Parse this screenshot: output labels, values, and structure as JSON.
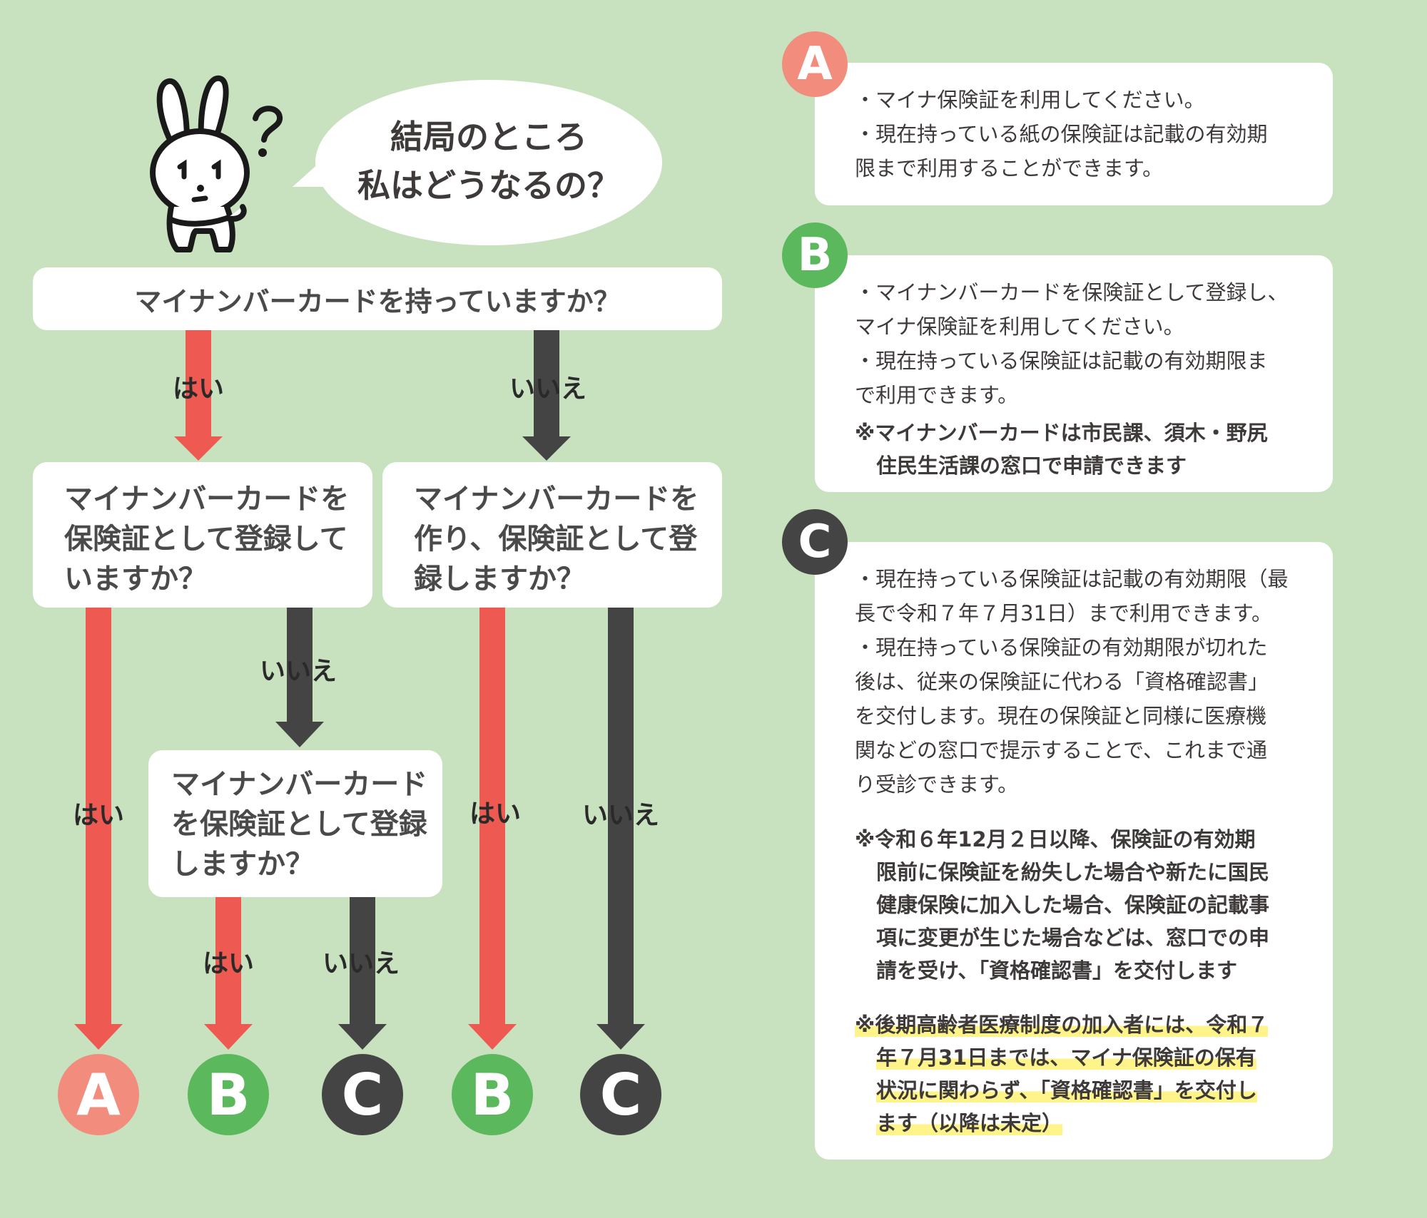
{
  "bubble": {
    "line1": "結局のところ",
    "line2": "私はどうなるの？"
  },
  "questions": {
    "main": "マイナンバーカードを持っていますか？",
    "q1": [
      "マイナンバーカードを",
      "保険証として登録して",
      "いますか？"
    ],
    "q2": [
      "マイナンバーカードを",
      "作り、保険証として登",
      "録しますか？"
    ],
    "q3": [
      "マイナンバーカード",
      "を保険証として登録",
      "しますか？"
    ]
  },
  "labels": {
    "yes": "はい",
    "no": "いいえ"
  },
  "outcomes": [
    "A",
    "B",
    "C",
    "B",
    "C"
  ],
  "colors": {
    "background": "#c8e2c0",
    "yes_arrow": "#ee5a52",
    "no_arrow": "#444444",
    "A": "#f28c7c",
    "B": "#5cb85c",
    "C": "#444444",
    "highlight": "#fff48a"
  },
  "answers": {
    "A": {
      "letter": "A",
      "lines": [
        "・マイナ保険証を利用してください。",
        "・現在持っている紙の保険証は記載の有効期",
        "限まで利用することができます。"
      ]
    },
    "B": {
      "letter": "B",
      "lines": [
        "・マイナンバーカードを保険証として登録し、",
        "マイナ保険証を利用してください。",
        "・現在持っている保険証は記載の有効期限ま",
        "で利用できます。"
      ],
      "note": [
        "※マイナンバーカードは市民課、須木・野尻",
        "住民生活課の窓口で申請できます"
      ]
    },
    "C": {
      "letter": "C",
      "lines": [
        "・現在持っている保険証は記載の有効期限（最",
        "長で令和７年７月31日）まで利用できます。",
        "・現在持っている保険証の有効期限が切れた",
        "後は、従来の保険証に代わる「資格確認書」",
        "を交付します。現在の保険証と同様に医療機",
        "関などの窓口で提示することで、これまで通",
        "り受診できます。"
      ],
      "note1": [
        "※令和６年12月２日以降、保険証の有効期",
        "限前に保険証を紛失した場合や新たに国民",
        "健康保険に加入した場合、保険証の記載事",
        "項に変更が生じた場合などは、窓口での申",
        "請を受け、「資格確認書」を交付します"
      ],
      "note2": [
        "※後期高齢者医療制度の加入者には、令和７",
        "年７月31日までは、マイナ保険証の保有",
        "状況に関わらず、「資格確認書」を交付し",
        "ます（以降は未定）"
      ]
    }
  }
}
